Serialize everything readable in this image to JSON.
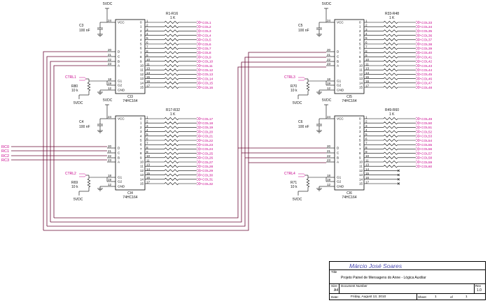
{
  "rc_labels": [
    "RC0",
    "RC1",
    "RC2",
    "RC3"
  ],
  "chips": [
    {
      "id": "c3",
      "ref": "CI3",
      "part": "74HC164",
      "cap": "C3",
      "cap_val": "100 nF",
      "vcc": "5VDC",
      "res": "R1-R16",
      "res_val": "1 K",
      "ctrl": "CTRL1",
      "rpull": "R80",
      "rpull_val": "10 k",
      "vdc": "5VDC",
      "cols": [
        "COL1",
        "COL2",
        "COL3",
        "COL4",
        "COL5",
        "COL6",
        "COL7",
        "COL8",
        "COL9",
        "COL10",
        "COL11",
        "COL12",
        "COL13",
        "COL14",
        "COL15",
        "COL16"
      ]
    },
    {
      "id": "c4",
      "ref": "CI4",
      "part": "74HC164",
      "cap": "C4",
      "cap_val": "100 nF",
      "vcc": "5VDC",
      "res": "R17-R32",
      "res_val": "1 K",
      "ctrl": "CTRL2",
      "rpull": "R69",
      "rpull_val": "10 k",
      "vdc": "5VDC",
      "cols": [
        "COL17",
        "COL18",
        "COL19",
        "COL20",
        "COL21",
        "COL22",
        "COL23",
        "COL24",
        "COL25",
        "COL26",
        "COL27",
        "COL28",
        "COL29",
        "COL30",
        "COL31",
        "COL32"
      ]
    },
    {
      "id": "c5",
      "ref": "CI5",
      "part": "74HC164",
      "cap": "C5",
      "cap_val": "100 nF",
      "vcc": "5VDC",
      "res": "R33-R48",
      "res_val": "1 K",
      "ctrl": "CTRL3",
      "rpull": "R70",
      "rpull_val": "10 k",
      "vdc": "5VDC",
      "cols": [
        "COL33",
        "COL34",
        "COL35",
        "COL36",
        "COL37",
        "COL38",
        "COL39",
        "COL40",
        "COL41",
        "COL42",
        "COL43",
        "COL44",
        "COL45",
        "COL46",
        "COL47",
        "COL48"
      ]
    },
    {
      "id": "c6",
      "ref": "CI6",
      "part": "74HC164",
      "cap": "C6",
      "cap_val": "100 nF",
      "vcc": "5VDC",
      "res": "R49-R60",
      "res_val": "1 K",
      "ctrl": "CTRL4",
      "rpull": "R71",
      "rpull_val": "10 k",
      "vdc": "5VDC",
      "cols": [
        "COL49",
        "COL50",
        "COL51",
        "COL52",
        "COL53",
        "COL54",
        "COL55",
        "COL56",
        "COL57",
        "COL58",
        "COL59",
        "COL60"
      ]
    }
  ],
  "pin_labels_left": [
    "VCC",
    "D",
    "C",
    "B",
    "A",
    "G1",
    "G2",
    "GND"
  ],
  "pin_nums_left": [
    "24",
    "20",
    "21",
    "22",
    "23",
    "18",
    "19",
    "12"
  ],
  "pin_labels_right": [
    "0",
    "1",
    "2",
    "3",
    "4",
    "5",
    "6",
    "7",
    "8",
    "9",
    "10",
    "11",
    "12",
    "13",
    "14",
    "15"
  ],
  "pin_nums_right": [
    "1",
    "2",
    "3",
    "4",
    "5",
    "6",
    "7",
    "8",
    "9",
    "10",
    "11",
    "13",
    "14",
    "15",
    "16",
    "17"
  ],
  "title_block": {
    "author": "Márcio José Soares",
    "title_label": "Title",
    "title": "Projeto Painel de Mensagens do Anne - Lógica Auxiliar",
    "size_label": "Size",
    "size": "A4",
    "docnum_label": "Document Number",
    "rev_label": "Rev",
    "rev": "1.0",
    "date_label": "Date:",
    "date": "Friday, August 13, 2010",
    "sheet_label": "Sheet",
    "sheet": "1",
    "of_label": "of",
    "of": "1"
  }
}
